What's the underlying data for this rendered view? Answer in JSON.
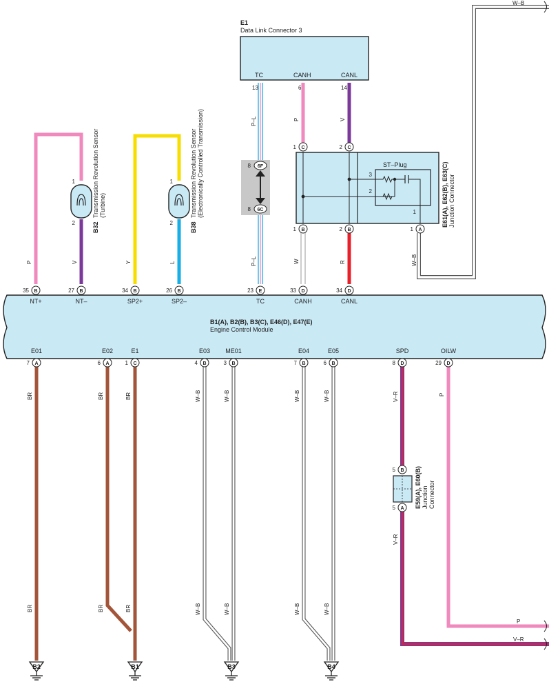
{
  "dlc": {
    "id": "E1",
    "name": "Data Link Connector 3",
    "pins": [
      "TC",
      "CANH",
      "CANL"
    ],
    "pin_numbers": [
      "13",
      "6",
      "14"
    ]
  },
  "ecm": {
    "ids": "B1(A), B2(B), B3(C), E46(D), E47(E)",
    "name": "Engine Control Module",
    "top_terminals": [
      {
        "label": "NT+",
        "pin": "35",
        "conn": "B"
      },
      {
        "label": "NT–",
        "pin": "27",
        "conn": "B"
      },
      {
        "label": "SP2+",
        "pin": "34",
        "conn": "B"
      },
      {
        "label": "SP2–",
        "pin": "26",
        "conn": "B"
      },
      {
        "label": "TC",
        "pin": "23",
        "conn": "E"
      },
      {
        "label": "CANH",
        "pin": "33",
        "conn": "D"
      },
      {
        "label": "CANL",
        "pin": "34",
        "conn": "D"
      }
    ],
    "bottom_terminals": [
      {
        "label": "E01",
        "pin": "7",
        "conn": "A"
      },
      {
        "label": "E02",
        "pin": "6",
        "conn": "A"
      },
      {
        "label": "E1",
        "pin": "1",
        "conn": "C"
      },
      {
        "label": "E03",
        "pin": "4",
        "conn": "B"
      },
      {
        "label": "ME01",
        "pin": "3",
        "conn": "B"
      },
      {
        "label": "E04",
        "pin": "7",
        "conn": "B"
      },
      {
        "label": "E05",
        "pin": "6",
        "conn": "B"
      },
      {
        "label": "SPD",
        "pin": "8",
        "conn": "D"
      },
      {
        "label": "OILW",
        "pin": "29",
        "conn": "D"
      }
    ]
  },
  "sensor_turbine": {
    "id": "B32",
    "name": "Transmission Revolution Sensor",
    "sub": "(Turbine)",
    "pin1": "1",
    "pin2": "2"
  },
  "sensor_ect": {
    "id": "B38",
    "name": "Transmission Revolution Sensor",
    "sub": "(Electronically Controlled Transmission)",
    "pin1": "1",
    "pin2": "2"
  },
  "inline": {
    "pin_top": "8",
    "conn_top": "6F",
    "pin_bottom": "8",
    "conn_bottom": "6C"
  },
  "jc_upper": {
    "ids": "E61(A), E62(B), E63(C)",
    "name": "Junction Connector",
    "stplug": "ST–Plug",
    "pins": {
      "c1": "1",
      "c2": "2",
      "b1": "1",
      "b2": "2",
      "a1": "1",
      "p3": "3",
      "p2": "2",
      "p1": "1"
    },
    "conns": {
      "c": "C",
      "b": "B",
      "a": "A"
    }
  },
  "jc_lower": {
    "ids": "E59(A), E60(B)",
    "name": "Junction",
    "name2": "Connector",
    "pin_top": "5",
    "conn_top": "B",
    "pin_bottom": "5",
    "conn_bottom": "A"
  },
  "wires": {
    "p": "P",
    "v": "V",
    "y": "Y",
    "l": "L",
    "pl": "P–L",
    "w": "W",
    "r": "R",
    "wb": "W–B",
    "br": "BR",
    "vr": "V–R"
  },
  "grounds": [
    "B2",
    "B1",
    "B3",
    "B4"
  ],
  "colors": {
    "pink": "#f089bd",
    "violet": "#7b3a9a",
    "yellow": "#f7dd00",
    "blue": "#18aee6",
    "red": "#e8202a",
    "brown": "#a3553a",
    "box": "#c9e9f5",
    "grey": "#c8c8c8"
  }
}
